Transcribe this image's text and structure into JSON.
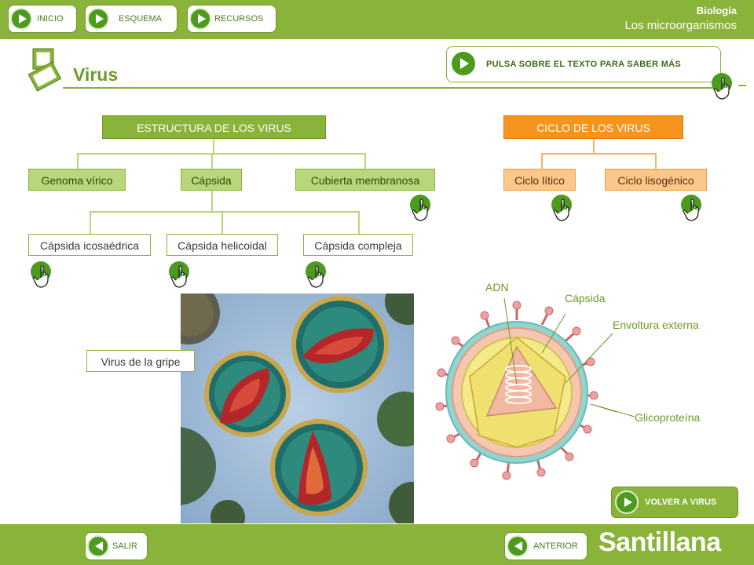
{
  "nav": {
    "inicio": "INICIO",
    "esquema": "ESQUEMA",
    "recursos": "RECURSOS"
  },
  "header": {
    "subject": "Biología",
    "topic": "Los microorganismos"
  },
  "page": {
    "title": "Virus",
    "hint": "PULSA SOBRE EL TEXTO PARA SABER MÁS"
  },
  "structure": {
    "header": "ESTRUCTURA DE LOS VIRUS",
    "items": [
      "Genoma vírico",
      "Cápsida",
      "Cubierta membranosa"
    ],
    "capsid_types": [
      "Cápsida icosaédrica",
      "Cápsida helicoidal",
      "Cápsida compleja"
    ]
  },
  "cycle": {
    "header": "CICLO DE LOS VIRUS",
    "items": [
      "Ciclo lítico",
      "Ciclo lisogénico"
    ]
  },
  "photo": {
    "caption": "Virus de la gripe"
  },
  "diagram": {
    "labels": [
      "ADN",
      "Cápsida",
      "Envoltura externa",
      "Glicoproteína"
    ]
  },
  "footer": {
    "volver": "VOLVER A VIRUS",
    "salir": "SALIR",
    "anterior": "ANTERIOR",
    "brand": "Santillana"
  },
  "colors": {
    "accent_green": "#8ab33a",
    "dark_green": "#4c9a1e",
    "orange": "#f7941d",
    "light_orange": "#fbc88a"
  },
  "icons": [
    "play-icon",
    "hand-cursor-icon",
    "back-arrow-icon",
    "section-logo-icon"
  ]
}
